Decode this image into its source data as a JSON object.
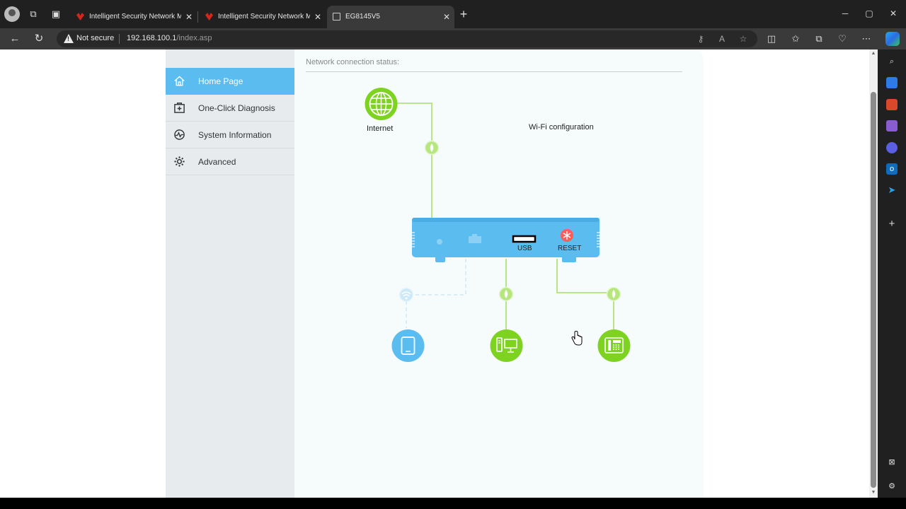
{
  "browser": {
    "tabs": [
      {
        "title": "Intelligent Security Network Man",
        "favicon": "huawei-logo-icon",
        "active": false
      },
      {
        "title": "Intelligent Security Network Man",
        "favicon": "huawei-logo-icon",
        "active": false
      },
      {
        "title": "EG8145V5",
        "favicon": "page-icon",
        "active": true
      }
    ],
    "security_label": "Not secure",
    "url_host": "192.168.100.1",
    "url_path": "/index.asp"
  },
  "router": {
    "nav": [
      {
        "label": "Home Page",
        "icon": "home-icon",
        "active": true
      },
      {
        "label": "One-Click Diagnosis",
        "icon": "diagnosis-icon",
        "active": false
      },
      {
        "label": "System Information",
        "icon": "pulse-icon",
        "active": false
      },
      {
        "label": "Advanced",
        "icon": "gear-icon",
        "active": false
      }
    ],
    "status_title": "Network connection status:",
    "internet_label": "Internet",
    "wifi_config_label": "Wi-Fi configuration",
    "usb_label": "USB",
    "reset_label": "RESET",
    "colors": {
      "accent_blue": "#5bbcf0",
      "status_green": "#7ed321",
      "link_line": "#a8e06a"
    }
  }
}
